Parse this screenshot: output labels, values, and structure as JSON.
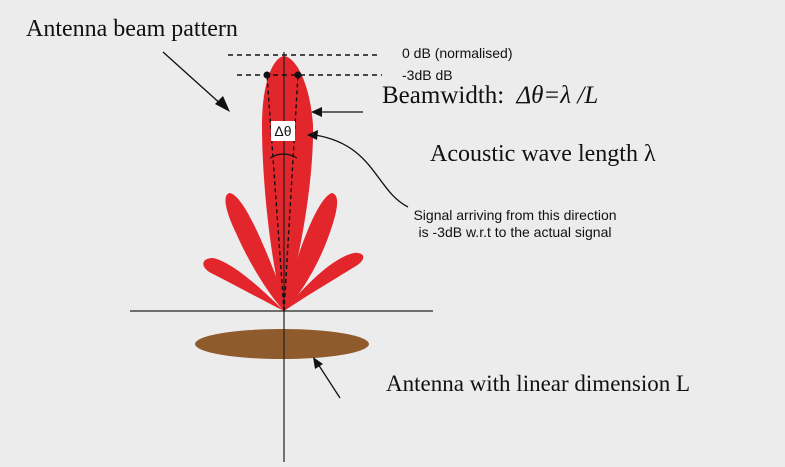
{
  "title": "Antenna beam pattern",
  "levels": {
    "zero_db": "0 dB (normalised)",
    "minus3_db": "-3dB  dB"
  },
  "beamwidth": {
    "label": "Beamwidth:",
    "formula": "Δθ=λ /L"
  },
  "delta_theta": "Δθ",
  "acoustic_label": "Acoustic wave length λ",
  "signal_note": "Signal arriving from this direction is -3dB w.r.t to the actual signal",
  "antenna_label": "Antenna with linear dimension L",
  "colors": {
    "lobe": "#e3262c",
    "antenna": "#8f5a2c",
    "background": "#ececec"
  }
}
